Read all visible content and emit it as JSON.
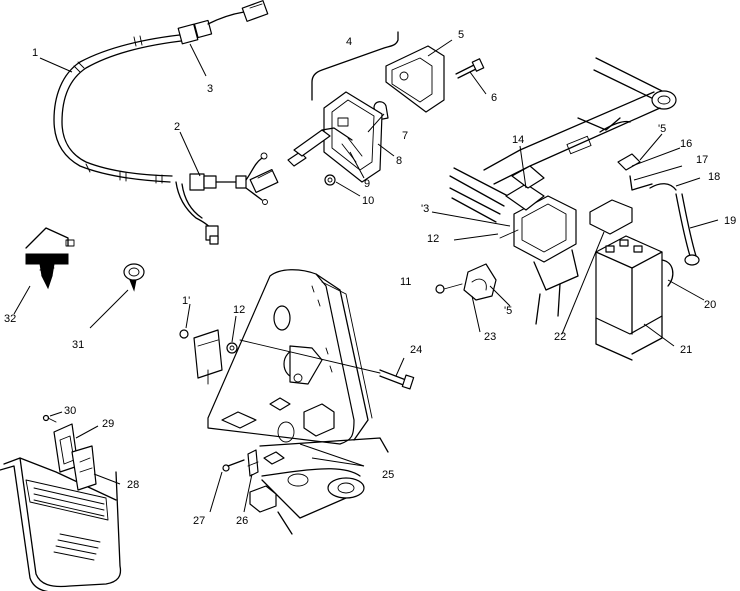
{
  "callouts": [
    {
      "id": "1",
      "text": "1"
    },
    {
      "id": "2",
      "text": "2"
    },
    {
      "id": "3",
      "text": "3"
    },
    {
      "id": "4",
      "text": "4"
    },
    {
      "id": "5",
      "text": "5"
    },
    {
      "id": "6",
      "text": "6"
    },
    {
      "id": "7",
      "text": "7"
    },
    {
      "id": "8",
      "text": "8"
    },
    {
      "id": "9",
      "text": "9"
    },
    {
      "id": "10",
      "text": "10"
    },
    {
      "id": "11a",
      "text": "11"
    },
    {
      "id": "11b",
      "text": "1'"
    },
    {
      "id": "12a",
      "text": "12"
    },
    {
      "id": "12b",
      "text": "12"
    },
    {
      "id": "13",
      "text": "'3"
    },
    {
      "id": "14",
      "text": "14"
    },
    {
      "id": "15a",
      "text": "'5"
    },
    {
      "id": "15b",
      "text": "'5"
    },
    {
      "id": "16",
      "text": "16"
    },
    {
      "id": "17",
      "text": "17"
    },
    {
      "id": "18",
      "text": "18"
    },
    {
      "id": "19",
      "text": "19"
    },
    {
      "id": "20",
      "text": "20"
    },
    {
      "id": "21",
      "text": "21"
    },
    {
      "id": "22",
      "text": "22"
    },
    {
      "id": "23",
      "text": "23"
    },
    {
      "id": "24",
      "text": "24"
    },
    {
      "id": "25",
      "text": "25"
    },
    {
      "id": "26",
      "text": "26"
    },
    {
      "id": "27",
      "text": "27"
    },
    {
      "id": "28",
      "text": "28"
    },
    {
      "id": "29",
      "text": "29"
    },
    {
      "id": "30",
      "text": "30"
    },
    {
      "id": "31",
      "text": "31"
    },
    {
      "id": "32",
      "text": "32"
    }
  ]
}
